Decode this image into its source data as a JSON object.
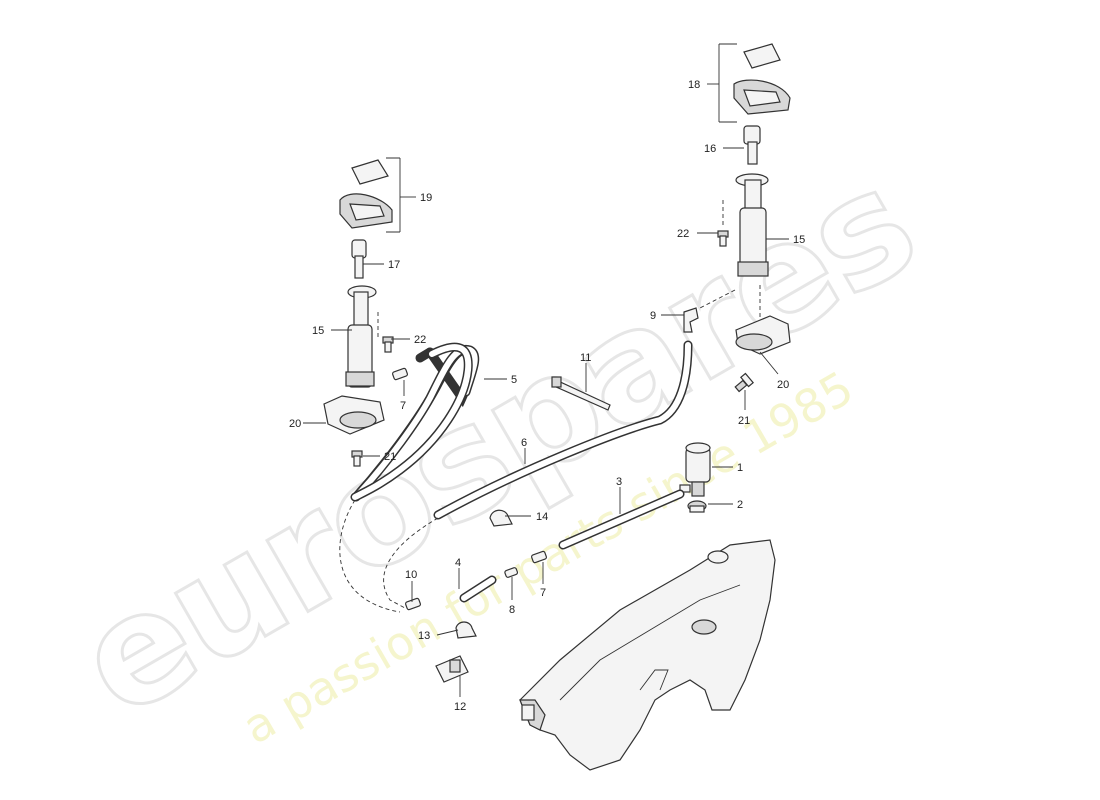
{
  "diagram": {
    "callouts": {
      "c1": "1",
      "c2": "2",
      "c3": "3",
      "c4": "4",
      "c5": "5",
      "c6": "6",
      "c7a": "7",
      "c7b": "7",
      "c8": "8",
      "c9": "9",
      "c10": "10",
      "c11": "11",
      "c12": "12",
      "c13": "13",
      "c14": "14",
      "c15a": "15",
      "c15b": "15",
      "c16": "16",
      "c17": "17",
      "c18": "18",
      "c19": "19",
      "c20a": "20",
      "c20b": "20",
      "c21a": "21",
      "c21b": "21",
      "c22a": "22",
      "c22b": "22"
    }
  },
  "watermark": {
    "logo": "eurospares",
    "tagline": "a passion for parts since 1985"
  }
}
